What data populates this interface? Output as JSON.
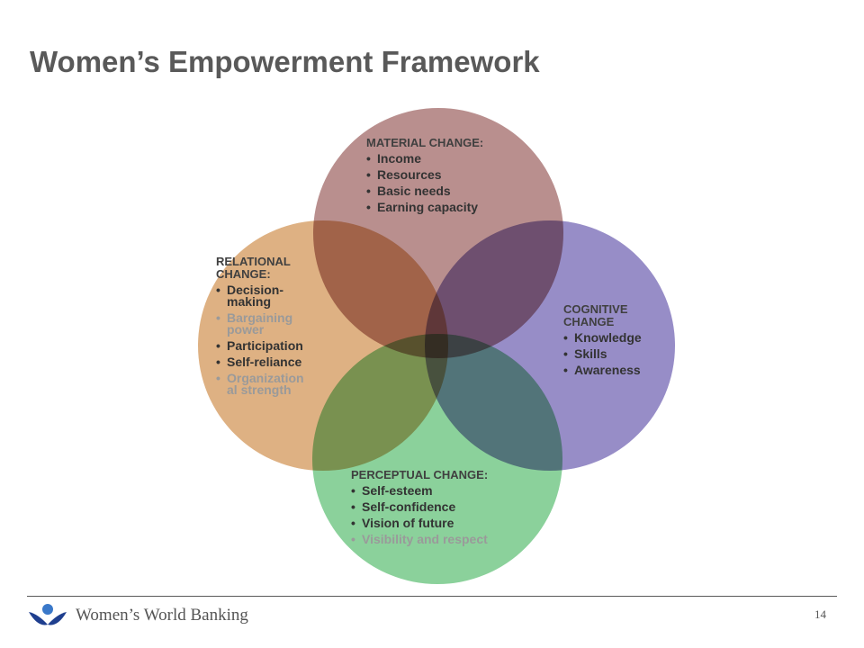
{
  "title": "Women’s Empowerment Framework",
  "colors": {
    "material": "#b98f8e",
    "relational": "#deb183",
    "cognitive": "#978dc7",
    "perceptual": "#8bd19b"
  },
  "material": {
    "heading": "MATERIAL CHANGE:",
    "items": [
      "Income",
      "Resources",
      "Basic needs",
      "Earning capacity"
    ]
  },
  "relational": {
    "heading": "RELATIONAL CHANGE:",
    "items": [
      "Decision-making",
      "Bargaining power",
      "Participation",
      "Self-reliance",
      "Organizational strength"
    ]
  },
  "cognitive": {
    "heading": "COGNITIVE CHANGE",
    "items": [
      "Knowledge",
      "Skills",
      "Awareness"
    ]
  },
  "perceptual": {
    "heading": "PERCEPTUAL CHANGE:",
    "items": [
      "Self-esteem",
      "Self-confidence",
      "Vision of future",
      "Visibility and respect"
    ]
  },
  "footer": {
    "brand": "Women’s World Banking",
    "page_number": "14"
  }
}
